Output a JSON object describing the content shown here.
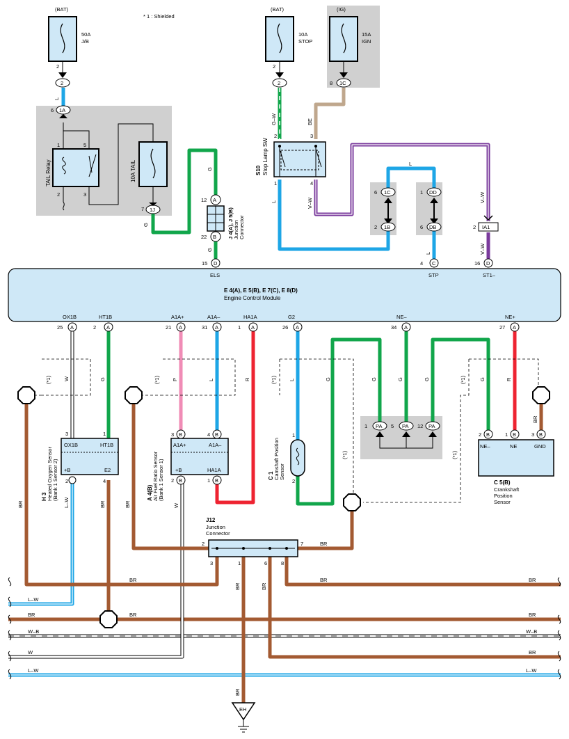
{
  "colors": {
    "light_blue": "#1ea6e6",
    "green": "#11a64b",
    "pink": "#f08cb6",
    "red": "#ee2331",
    "brown": "#a35a32",
    "purple": "#7a3a9c",
    "beige": "#bfa78d",
    "gray_box": "#d0d0d0",
    "component_fill": "#cfe8f7"
  },
  "note": "* 1 : Shielded",
  "fuses": {
    "f50a": {
      "source": "(BAT)",
      "rating": "50A",
      "name": "J/B",
      "pin": "2",
      "conn": "2"
    },
    "f10a_stop": {
      "source": "(BAT)",
      "rating": "10A",
      "name": "STOP",
      "pin": "2",
      "conn": "2"
    },
    "f15a_ign": {
      "source": "(IG)",
      "rating": "15A",
      "name": "IGN",
      "pin": "8",
      "conn": "1C"
    },
    "f10a_tail": {
      "rating": "10A",
      "name": "TAIL"
    }
  },
  "tail_relay": {
    "label": "TAIL Relay",
    "pins": [
      "6",
      "1",
      "5",
      "2",
      "3",
      "7"
    ],
    "conn_in": "1A",
    "conn_out": "1J"
  },
  "stop_lamp_sw": {
    "id": "S10",
    "name": "Stop Lamp SW",
    "pins": [
      "2",
      "3",
      "1",
      "4"
    ]
  },
  "junction_j4": {
    "id": "J 4(A), J 5(B)",
    "name1": "Junction",
    "name2": "Connector",
    "pin_top": "12",
    "conn_top": "A",
    "pin_bot": "22",
    "conn_bot": "B"
  },
  "stp_connectors": {
    "left_top_pin": "6",
    "left_top": "1C",
    "left_bot_pin": "2",
    "left_bot": "1B",
    "right_top_pin": "1",
    "right_top": "DD",
    "right_bot_pin": "6",
    "right_bot": "DB",
    "ia1_pin": "2",
    "ia1": "IA1"
  },
  "ecm": {
    "title": "E 4(A), E 5(B), E 7(C), E 8(D)",
    "name": "Engine Control Module",
    "top_pins": [
      {
        "num": "15",
        "conn": "D",
        "label": "ELS"
      },
      {
        "num": "4",
        "conn": "C",
        "label": "STP"
      },
      {
        "num": "16",
        "conn": "D",
        "label": "ST1–"
      }
    ],
    "bottom_pins": [
      {
        "num": "25",
        "conn": "A",
        "label": "OX1B"
      },
      {
        "num": "2",
        "conn": "A",
        "label": "HT1B"
      },
      {
        "num": "21",
        "conn": "A",
        "label": "A1A+"
      },
      {
        "num": "31",
        "conn": "A",
        "label": "A1A–"
      },
      {
        "num": "1",
        "conn": "A",
        "label": "HA1A"
      },
      {
        "num": "26",
        "conn": "A",
        "label": "G2"
      },
      {
        "num": "34",
        "conn": "A",
        "label": "NE–"
      },
      {
        "num": "27",
        "conn": "A",
        "label": "NE+"
      }
    ]
  },
  "h3": {
    "id": "H 3",
    "name": [
      "Heated Oxygen Sensor",
      "(Bank 1 Sensor 2)"
    ],
    "t1": "OX1B",
    "t2": "HT1B",
    "t3": "+B",
    "t4": "E2",
    "p1": "3",
    "p2": "1",
    "p3": "2",
    "p4": "4"
  },
  "a4": {
    "id": "A 4(B)",
    "name": [
      "Air Fuel Ratio Sensor",
      "(Bank 1 Sensor 1)"
    ],
    "t1": "A1A+",
    "t2": "A1A–",
    "t3": "+B",
    "t4": "HA1A",
    "p1": "3",
    "c1": "B",
    "p2": "4",
    "c2": "B",
    "p3": "2",
    "c3": "B",
    "p4": "1",
    "c4": "B"
  },
  "c1": {
    "id": "C 1",
    "name": [
      "Camshaft Position",
      "Sensor"
    ],
    "p1": "1",
    "p2": "2"
  },
  "pa_conn": {
    "p1": "1",
    "p2": "5",
    "p3": "12",
    "conn": "PA"
  },
  "c5": {
    "id": "C 5(B)",
    "name": [
      "Crankshaft",
      "Position",
      "Sensor"
    ],
    "t1": "NE–",
    "t2": "NE",
    "t3": "GND",
    "p1": "2",
    "p2": "1",
    "p3": "3",
    "conn": "B"
  },
  "j12": {
    "id": "J12",
    "name1": "Junction",
    "name2": "Connector",
    "pins": [
      "2",
      "7",
      "3",
      "1",
      "6",
      "8"
    ]
  },
  "wire_labels": {
    "L": "L",
    "G": "G",
    "GW": "G–W",
    "BE": "BE",
    "VW": "V–W",
    "W": "W",
    "P": "P",
    "R": "R",
    "BR": "BR",
    "LW": "L–W",
    "WB": "W–B",
    "shield": "(*1)"
  },
  "ground": "EH"
}
